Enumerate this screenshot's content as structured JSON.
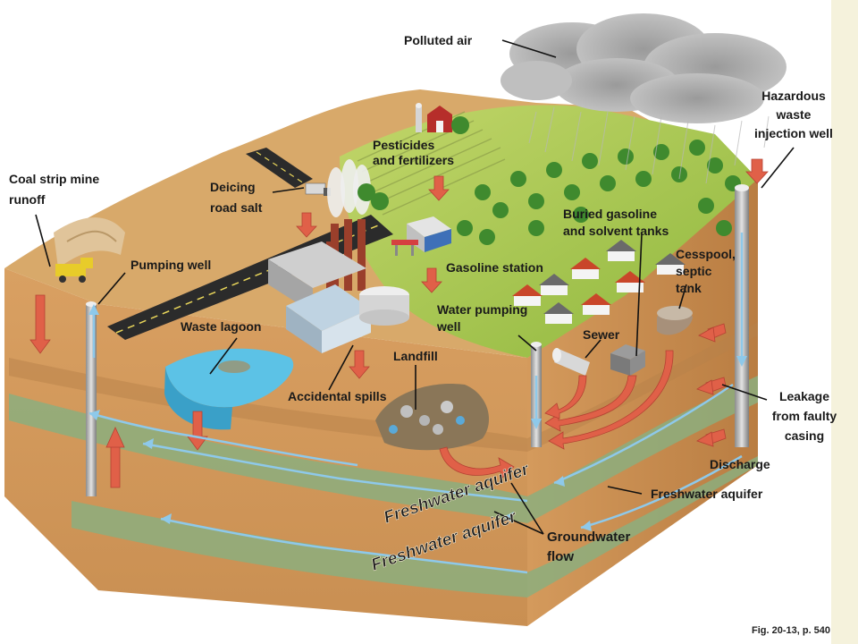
{
  "labels": {
    "polluted_air": "Polluted air",
    "hazardous_1": "Hazardous",
    "hazardous_2": "waste",
    "hazardous_3": "injection well",
    "pesticides_1": "Pesticides",
    "pesticides_2": "and fertilizers",
    "coal_1": "Coal strip mine",
    "coal_2": "runoff",
    "deicing_1": "Deicing",
    "deicing_2": "road salt",
    "buried_1": "Buried gasoline",
    "buried_2": "and solvent tanks",
    "cesspool_1": "Cesspool,",
    "cesspool_2": "septic",
    "cesspool_3": "tank",
    "pumping_well": "Pumping well",
    "gasoline_station": "Gasoline station",
    "water_pumping_1": "Water pumping",
    "water_pumping_2": "well",
    "waste_lagoon": "Waste lagoon",
    "sewer": "Sewer",
    "landfill": "Landfill",
    "accidental_spills": "Accidental spills",
    "leakage_1": "Leakage",
    "leakage_2": "from faulty",
    "leakage_3": "casing",
    "discharge": "Discharge",
    "freshwater_aquifer": "Freshwater aquifer",
    "groundwater_1": "Groundwater",
    "groundwater_2": "flow",
    "aquifer_upper": "Freshwater aquifer",
    "aquifer_lower": "Freshwater aquifer"
  },
  "caption": "Fig. 20-13, p. 540",
  "colors": {
    "land": "#a7c64e",
    "soil": "#d79a58",
    "aquifer_band": "#8cae7e",
    "pollution_arrow": "#e06048",
    "flow_arrow": "#8ec9ea",
    "water": "#5cc2e6"
  }
}
